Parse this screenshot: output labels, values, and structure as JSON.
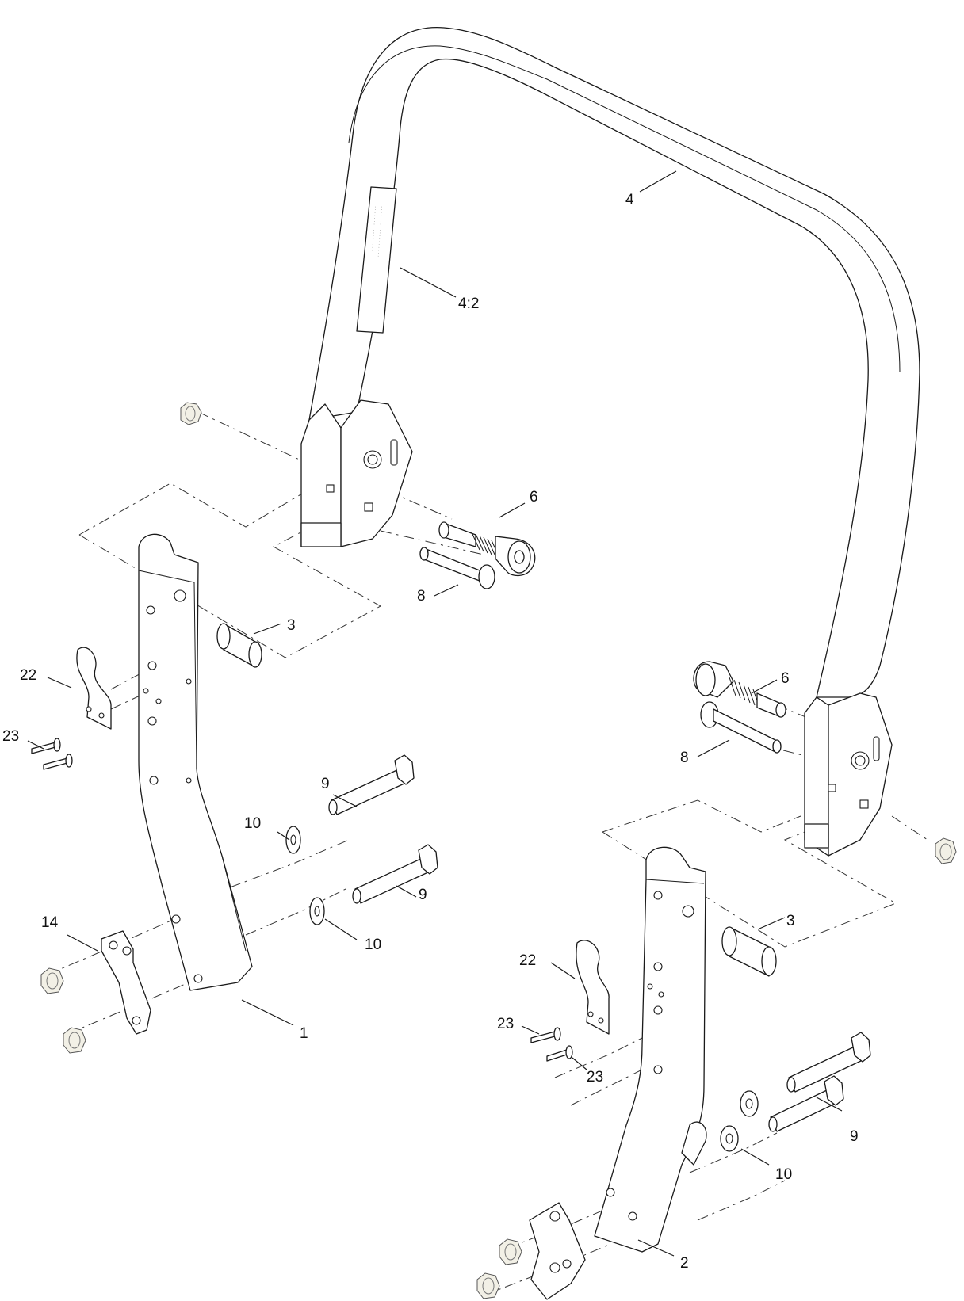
{
  "callouts": {
    "c_4": "4",
    "c_4_2": "4:2",
    "c_6_top": "6",
    "c_8_top": "8",
    "c_3_top": "3",
    "c_6_right": "6",
    "c_8_right": "8",
    "c_22_left": "22",
    "c_23_left": "23",
    "c_9_upper": "9",
    "c_10_upper": "10",
    "c_9_lower": "9",
    "c_14": "14",
    "c_10_lower": "10",
    "c_1": "1",
    "c_3_right": "3",
    "c_22_right": "22",
    "c_23_right_a": "23",
    "c_23_right_b": "23",
    "c_9_right": "9",
    "c_10_right": "10",
    "c_2": "2"
  }
}
